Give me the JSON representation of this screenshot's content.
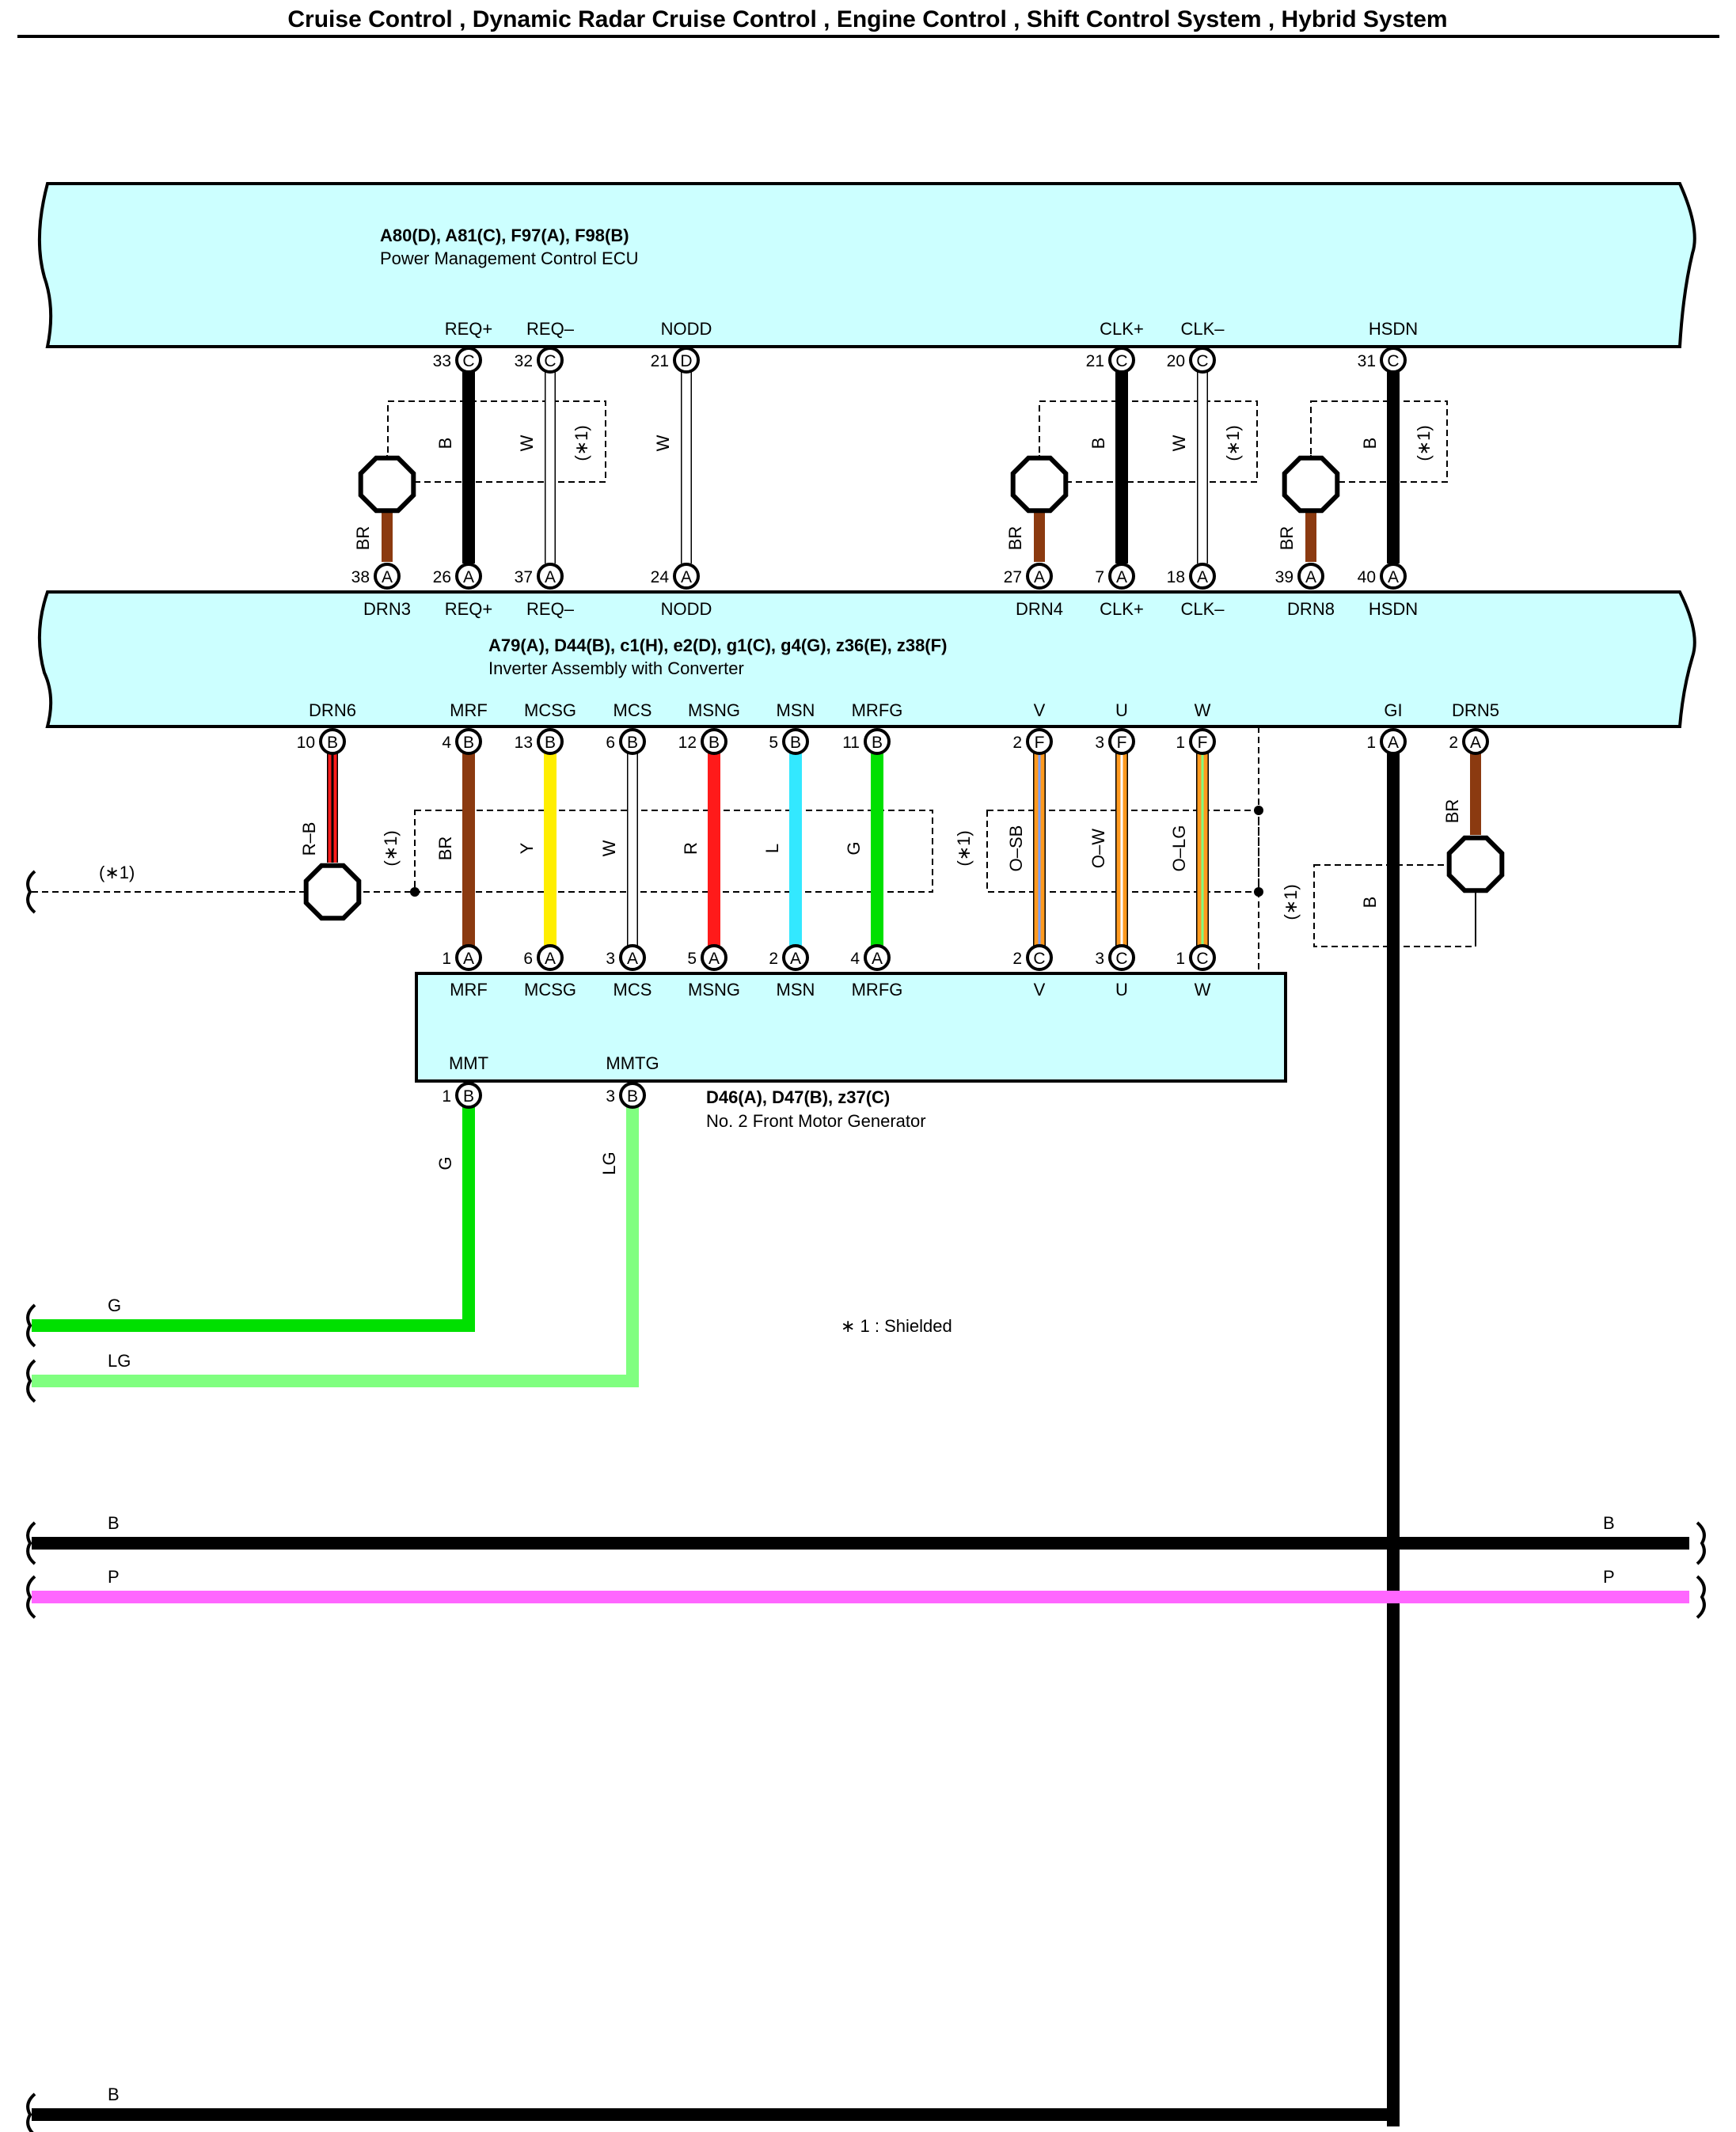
{
  "title": "Cruise Control , Dynamic Radar Cruise Control , Engine Control , Shift Control System , Hybrid System",
  "ecu": {
    "codes": "A80(D), A81(C), F97(A), F98(B)",
    "name": "Power Management Control ECU",
    "terminals": [
      {
        "name": "REQ+",
        "pin": "33",
        "conn": "C"
      },
      {
        "name": "REQ–",
        "pin": "32",
        "conn": "C"
      },
      {
        "name": "NODD",
        "pin": "21",
        "conn": "D"
      },
      {
        "name": "CLK+",
        "pin": "21",
        "conn": "C"
      },
      {
        "name": "CLK–",
        "pin": "20",
        "conn": "C"
      },
      {
        "name": "HSDN",
        "pin": "31",
        "conn": "C"
      }
    ]
  },
  "inverter": {
    "codes": "A79(A), D44(B), c1(H), e2(D), g1(C), g4(G), z36(E), z38(F)",
    "name": "Inverter Assembly with Converter",
    "top_terminals": [
      {
        "name": "DRN3",
        "pin": "38",
        "conn": "A"
      },
      {
        "name": "REQ+",
        "pin": "26",
        "conn": "A"
      },
      {
        "name": "REQ–",
        "pin": "37",
        "conn": "A"
      },
      {
        "name": "NODD",
        "pin": "24",
        "conn": "A"
      },
      {
        "name": "DRN4",
        "pin": "27",
        "conn": "A"
      },
      {
        "name": "CLK+",
        "pin": "7",
        "conn": "A"
      },
      {
        "name": "CLK–",
        "pin": "18",
        "conn": "A"
      },
      {
        "name": "DRN8",
        "pin": "39",
        "conn": "A"
      },
      {
        "name": "HSDN",
        "pin": "40",
        "conn": "A"
      }
    ],
    "bottom_terminals": [
      {
        "name": "DRN6",
        "pin": "10",
        "conn": "B"
      },
      {
        "name": "MRF",
        "pin": "4",
        "conn": "B"
      },
      {
        "name": "MCSG",
        "pin": "13",
        "conn": "B"
      },
      {
        "name": "MCS",
        "pin": "6",
        "conn": "B"
      },
      {
        "name": "MSNG",
        "pin": "12",
        "conn": "B"
      },
      {
        "name": "MSN",
        "pin": "5",
        "conn": "B"
      },
      {
        "name": "MRFG",
        "pin": "11",
        "conn": "B"
      },
      {
        "name": "V",
        "pin": "2",
        "conn": "F"
      },
      {
        "name": "U",
        "pin": "3",
        "conn": "F"
      },
      {
        "name": "W",
        "pin": "1",
        "conn": "F"
      },
      {
        "name": "GI",
        "pin": "1",
        "conn": "A"
      },
      {
        "name": "DRN5",
        "pin": "2",
        "conn": "A"
      }
    ]
  },
  "motor": {
    "codes": "D46(A), D47(B), z37(C)",
    "name": "No.  2 Front Motor Generator",
    "top_terminals": [
      {
        "name": "MRF",
        "pin": "1",
        "conn": "A"
      },
      {
        "name": "MCSG",
        "pin": "6",
        "conn": "A"
      },
      {
        "name": "MCS",
        "pin": "3",
        "conn": "A"
      },
      {
        "name": "MSNG",
        "pin": "5",
        "conn": "A"
      },
      {
        "name": "MSN",
        "pin": "2",
        "conn": "A"
      },
      {
        "name": "MRFG",
        "pin": "4",
        "conn": "A"
      },
      {
        "name": "V",
        "pin": "2",
        "conn": "C"
      },
      {
        "name": "U",
        "pin": "3",
        "conn": "C"
      },
      {
        "name": "W",
        "pin": "1",
        "conn": "C"
      }
    ],
    "bottom_terminals": [
      {
        "name": "MMT",
        "pin": "1",
        "conn": "B"
      },
      {
        "name": "MMTG",
        "pin": "3",
        "conn": "B"
      }
    ]
  },
  "wire_colors": {
    "B": "#000000",
    "W": "#ffffff",
    "BR": "#8b3a10",
    "R": "#ff1a1a",
    "Y": "#ffee00",
    "L": "#33e8ff",
    "G": "#00e000",
    "LG": "#80ff80",
    "O": "#ff9a1f",
    "P": "#ff66ff",
    "SB": "#7aa0ff"
  },
  "wire_labels": {
    "upper": [
      "BR",
      "B",
      "W",
      "W",
      "BR",
      "B",
      "W",
      "BR",
      "B"
    ],
    "lower": [
      "R–B",
      "BR",
      "Y",
      "W",
      "R",
      "L",
      "G",
      "O–SB",
      "O–W",
      "O–LG",
      "BR",
      "B"
    ],
    "motor_out": [
      "G",
      "LG"
    ],
    "left_lines": [
      "G",
      "LG",
      "B",
      "P",
      "B"
    ],
    "right_lines": [
      "B",
      "P"
    ]
  },
  "shield_mark": "(∗1)",
  "shield_left": "(∗1)",
  "footnote": "∗ 1 : Shielded"
}
